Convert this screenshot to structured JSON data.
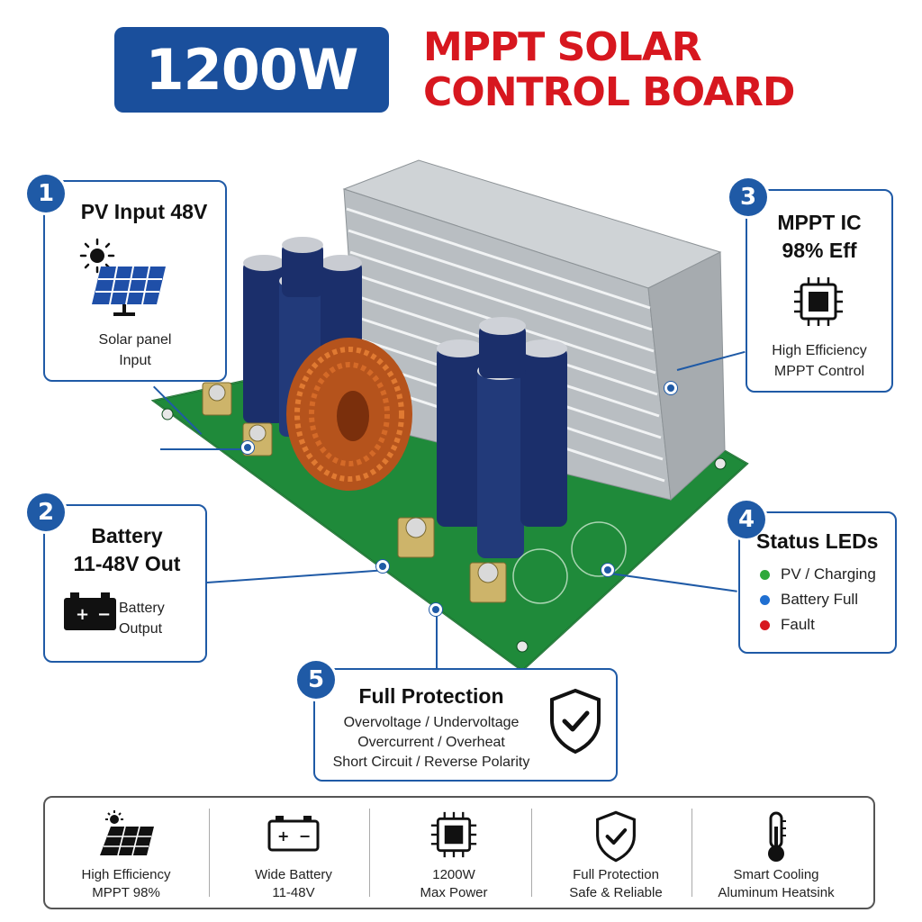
{
  "header": {
    "badge": "1200W",
    "title_line1": "MPPT SOLAR",
    "title_line2": "CONTROL BOARD"
  },
  "callouts": {
    "pv": {
      "number": "1",
      "title": "PV Input 48V",
      "text_line1": "Solar panel",
      "text_line2": "Input",
      "icon": "solar-panel-icon"
    },
    "battery": {
      "number": "2",
      "title_line1": "Battery",
      "title_line2": "11-48V Out",
      "text_line1": "Battery",
      "text_line2": "Output",
      "icon": "battery-icon"
    },
    "mppt": {
      "number": "3",
      "title_line1": "MPPT IC",
      "title_line2": "98% Eff",
      "text_line1": "High Efficiency",
      "text_line2": "MPPT Control",
      "icon": "chip-icon"
    },
    "leds": {
      "number": "4",
      "title": "Status LEDs",
      "items": [
        {
          "label": "PV / Charging",
          "color": "#2ea83a"
        },
        {
          "label": "Battery Full",
          "color": "#1f6fd1"
        },
        {
          "label": "Fault",
          "color": "#d7171f"
        }
      ]
    },
    "protection": {
      "number": "5",
      "title": "Full Protection",
      "line1": "Overvoltage / Undervoltage",
      "line2": "Overcurrent / Overheat",
      "line3": "Short Circuit / Reverse Polarity",
      "icon": "shield-check-icon"
    }
  },
  "features": [
    {
      "line1": "High Efficiency",
      "line2": "MPPT 98%",
      "icon": "solar-panel-icon"
    },
    {
      "line1": "Wide Battery",
      "line2": "11-48V",
      "icon": "battery-icon"
    },
    {
      "line1": "1200W",
      "line2": "Max Power",
      "icon": "chip-icon"
    },
    {
      "line1": "Full Protection",
      "line2": "Safe & Reliable",
      "icon": "shield-check-icon"
    },
    {
      "line1": "Smart Cooling",
      "line2": "Aluminum Heatsink",
      "icon": "thermometer-icon"
    }
  ],
  "colors": {
    "brand_blue": "#1f5aa6",
    "title_red": "#d7171f",
    "pcb_green": "#1f8a3a"
  }
}
